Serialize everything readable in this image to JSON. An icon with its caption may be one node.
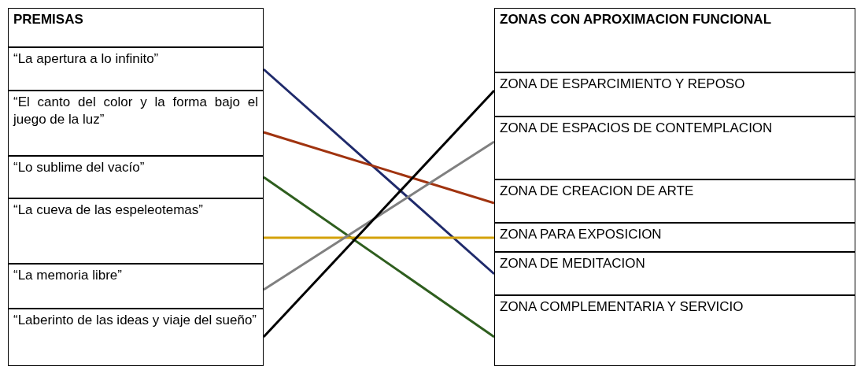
{
  "diagram": {
    "nodes": [
      {
        "text": [
          "PREMISAS"
        ]
      },
      {
        "text": [
          "“La apertura a lo infinito”"
        ]
      },
      {
        "text": [
          "“El canto del color y la forma bajo el juego de la luz”"
        ]
      },
      {
        "text": [
          "“Lo sublime del vacío”"
        ]
      },
      {
        "text": [
          "“La cueva de las espeleotemas”"
        ]
      },
      {
        "text": [
          "“La memoria libre”"
        ]
      },
      {
        "text": [
          "“Laberinto de las ideas y viaje del sueño”"
        ]
      },
      {
        "text": [
          "ZONAS CON APROXIMACION FUNCIONAL"
        ]
      },
      {
        "text": [
          "ZONA DE ESPARCIMIENTO Y REPOSO"
        ]
      },
      {
        "text": [
          "ZONA DE ESPACIOS DE CONTEMPLACION"
        ]
      },
      {
        "text": [
          "ZONA DE CREACION DE ARTE"
        ]
      },
      {
        "text": [
          "ZONA PARA EXPOSICION"
        ]
      },
      {
        "text": [
          "ZONA DE MEDITACION"
        ]
      },
      {
        "text": [
          "ZONA COMPLEMENTARIA Y SERVICIO"
        ]
      }
    ],
    "edges": [
      {
        "from": 1,
        "to": 12,
        "arrow": "none",
        "color": "#1f2a6b"
      },
      {
        "from": 2,
        "to": 10,
        "arrow": "none",
        "color": "#a0330f"
      },
      {
        "from": 3,
        "to": 13,
        "arrow": "none",
        "color": "#2e5e1e"
      },
      {
        "from": 4,
        "to": 11,
        "arrow": "none",
        "color": "#d4a20a"
      },
      {
        "from": 5,
        "to": 9,
        "arrow": "none",
        "color": "#808080"
      },
      {
        "from": 6,
        "to": 8,
        "arrow": "none",
        "color": "#000000"
      }
    ]
  }
}
